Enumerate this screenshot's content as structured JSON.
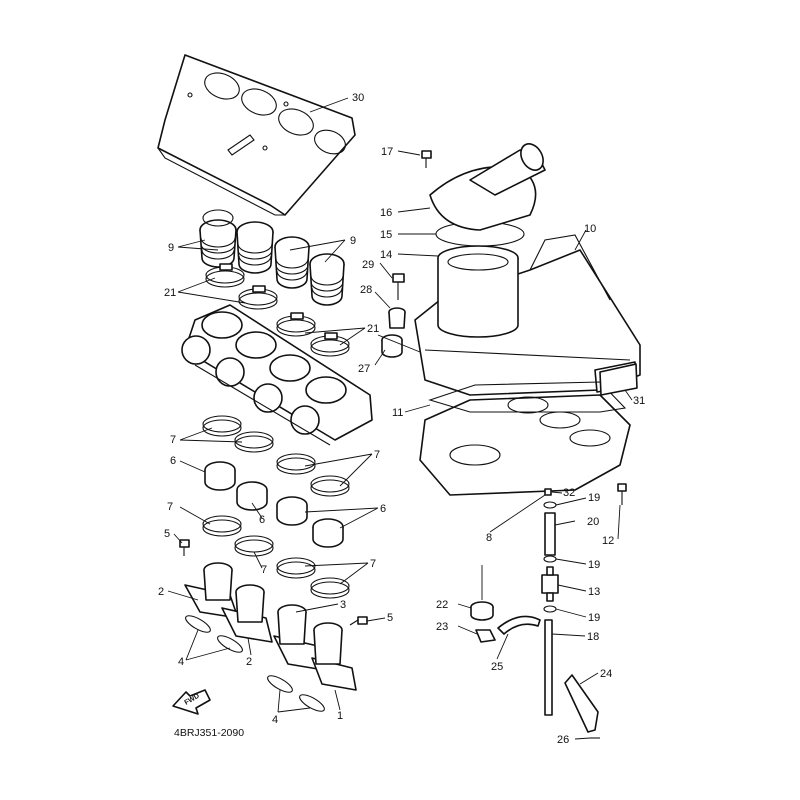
{
  "diagram": {
    "drawing_code": "4BRJ351-2090",
    "direction_marker": "FWD",
    "callouts": [
      "1",
      "2",
      "3",
      "4",
      "5",
      "6",
      "7",
      "8",
      "9",
      "10",
      "11",
      "12",
      "13",
      "14",
      "15",
      "16",
      "17",
      "18",
      "19",
      "20",
      "21",
      "22",
      "23",
      "24",
      "25",
      "26",
      "27",
      "28",
      "29",
      "30",
      "31",
      "32"
    ]
  }
}
